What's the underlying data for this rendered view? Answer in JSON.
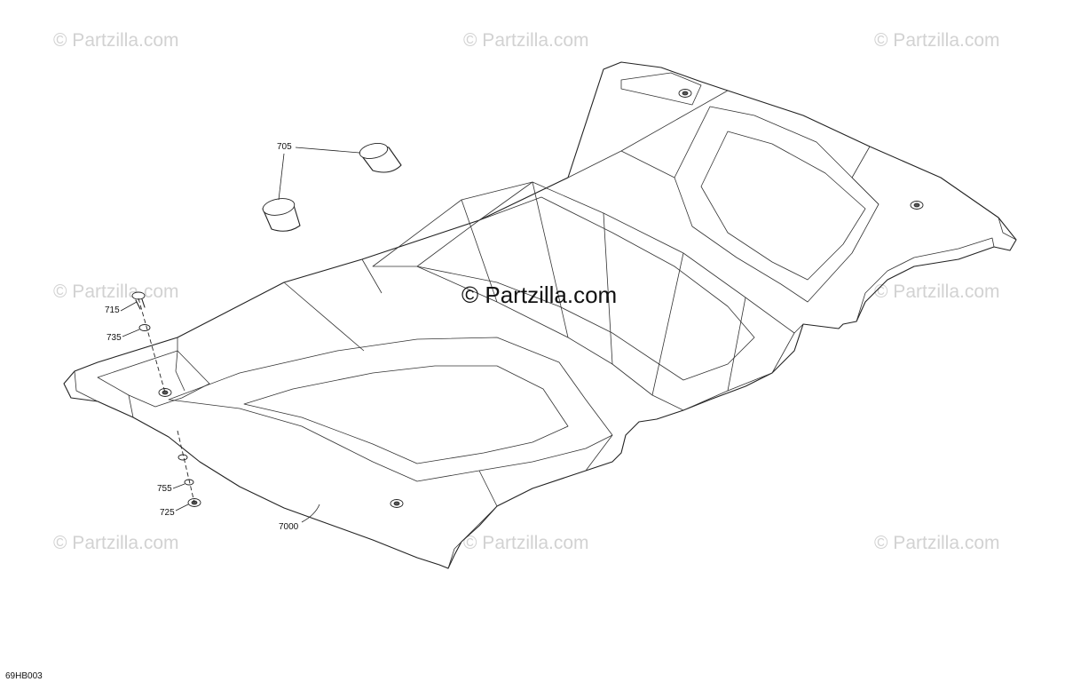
{
  "watermark": {
    "text": "© Partzilla.com",
    "center_text": "© Partzilla.com"
  },
  "callouts": {
    "p705": "705",
    "p715": "715",
    "p735": "735",
    "p755": "755",
    "p725": "725",
    "p7000": "7000"
  },
  "drawing_code": "69HB003"
}
